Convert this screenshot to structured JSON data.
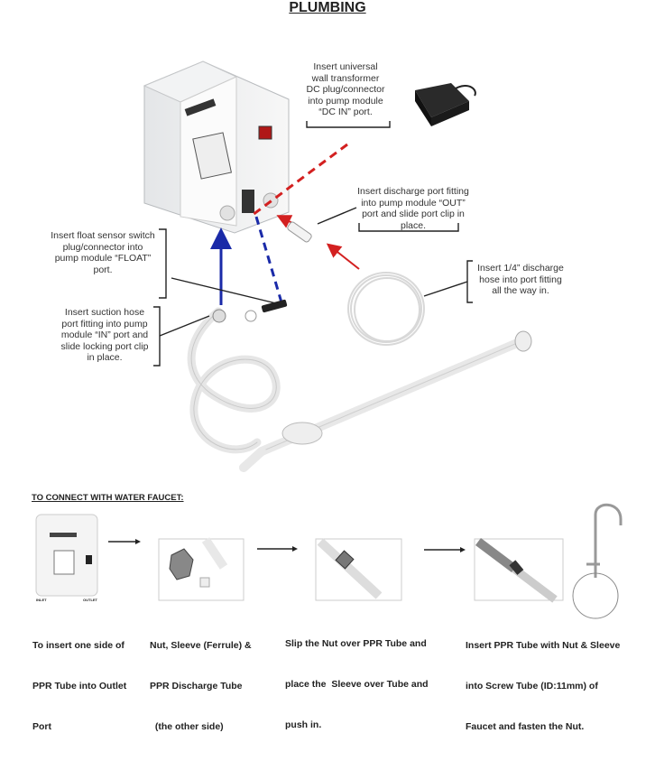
{
  "title": "PLUMBING",
  "callouts": {
    "dc_in": [
      "Insert universal",
      "wall transformer",
      "DC plug/connector",
      "into pump module",
      "“DC IN” port."
    ],
    "out_port": [
      "Insert discharge port fitting",
      "into pump module “OUT”",
      "port and slide port clip in",
      "place."
    ],
    "float": [
      "Insert float sensor switch",
      "plug/connector into",
      "pump module “FLOAT”",
      "port."
    ],
    "suction": [
      "Insert suction hose",
      "port fitting into pump",
      "module “IN” port and",
      "slide locking port clip",
      "in place."
    ],
    "discharge_hose": [
      "Insert 1/4” discharge",
      "hose into port fitting",
      "all the way in."
    ]
  },
  "faucet_section": {
    "heading": "TO CONNECT WITH WATER FAUCET:",
    "pump_labels": {
      "inlet": "INLET",
      "outlet": "OUTLET"
    },
    "steps": [
      [
        "To insert one side of",
        "PPR Tube into Outlet",
        "Port"
      ],
      [
        "Nut, Sleeve (Ferrule) &",
        "PPR Discharge Tube",
        "  (the other side)"
      ],
      [
        "Slip the Nut over PPR Tube and",
        "place the  Sleeve over Tube and",
        "push in."
      ],
      [
        "Insert PPR Tube with Nut & Sleeve",
        "into Screw Tube (ID:11mm) of",
        "Faucet and fasten the Nut."
      ]
    ]
  },
  "colors": {
    "red_line": "#d32020",
    "blue_line": "#1a2aa8"
  }
}
